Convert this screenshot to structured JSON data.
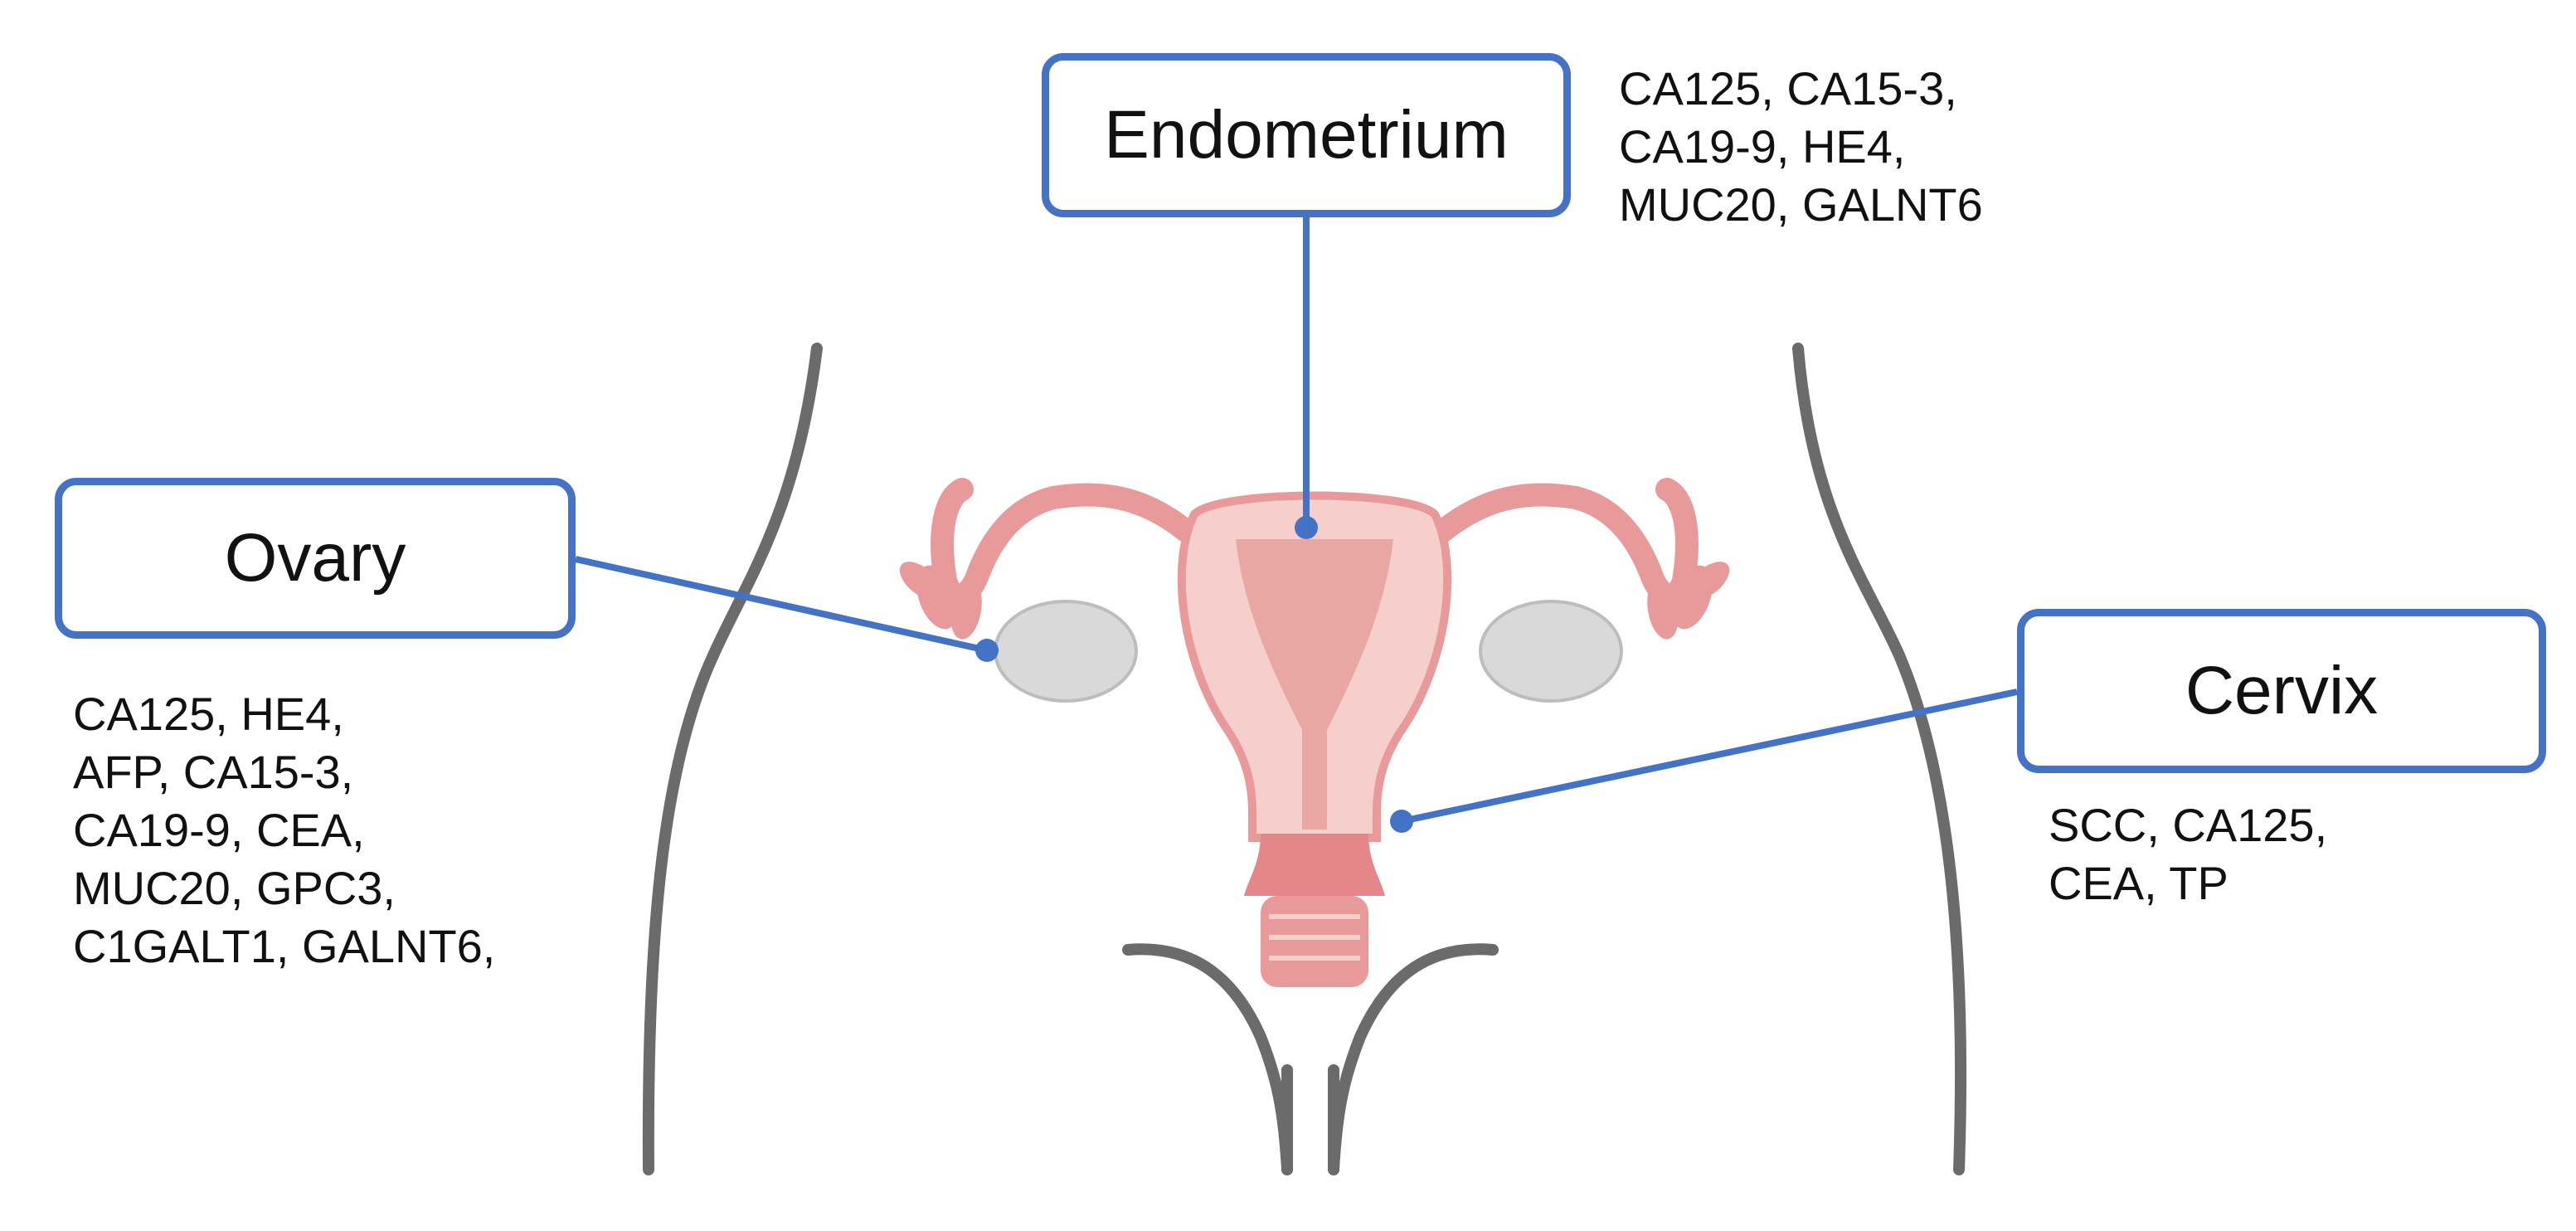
{
  "colors": {
    "accent": "#4472c4",
    "body_outline": "#6b6b6b",
    "uterus_pink": "#e89a9a",
    "uterus_light": "#f6cfcc",
    "ovary_gray": "#d9d9d9"
  },
  "labels": {
    "endometrium": {
      "title": "Endometrium",
      "markers": [
        "CA125, CA15-3,",
        "CA19-9, HE4,",
        "MUC20, GALNT6"
      ]
    },
    "ovary": {
      "title": "Ovary",
      "markers": [
        "CA125, HE4,",
        "AFP, CA15-3,",
        "CA19-9, CEA,",
        "MUC20, GPC3,",
        "C1GALT1, GALNT6,"
      ]
    },
    "cervix": {
      "title": "Cervix",
      "markers": [
        "SCC, CA125,",
        "CEA, TP"
      ]
    }
  }
}
